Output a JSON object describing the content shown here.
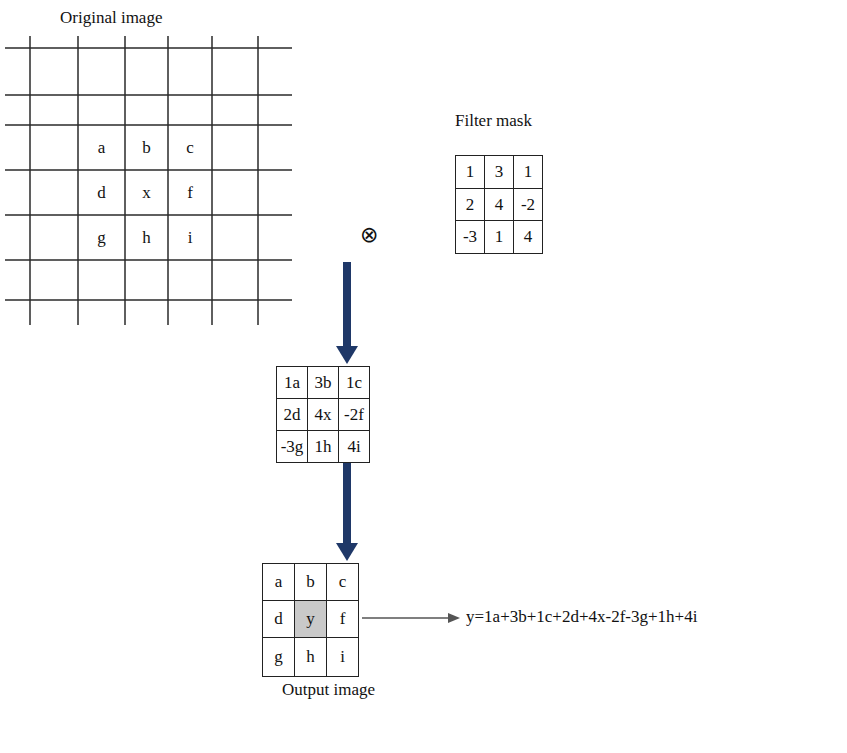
{
  "diagram": {
    "nodes": [
      {
        "text": [
          "Original image",
          "a",
          "b",
          "c",
          "d",
          "x",
          "f",
          "g",
          "h",
          "i"
        ]
      },
      {
        "text": [
          "Filter mask",
          "1",
          "3",
          "1",
          "2",
          "4",
          "-2",
          "-3",
          "1",
          "4"
        ]
      },
      {
        "text": [
          "1a",
          "3b",
          "1c",
          "2d",
          "4x",
          "-2f",
          "-3g",
          "1h",
          "4i"
        ]
      },
      {
        "text": [
          "a",
          "b",
          "c",
          "d",
          "y",
          "f",
          "g",
          "h",
          "i",
          "Output image"
        ]
      }
    ],
    "edges": [
      {
        "from": 0,
        "to": 2,
        "arrow": "to"
      },
      {
        "from": 2,
        "to": 3,
        "arrow": "to"
      }
    ],
    "labels": [
      "⊗",
      "y=1a+3b+1c+2d+4x-2f-3g+1h+4i"
    ]
  }
}
